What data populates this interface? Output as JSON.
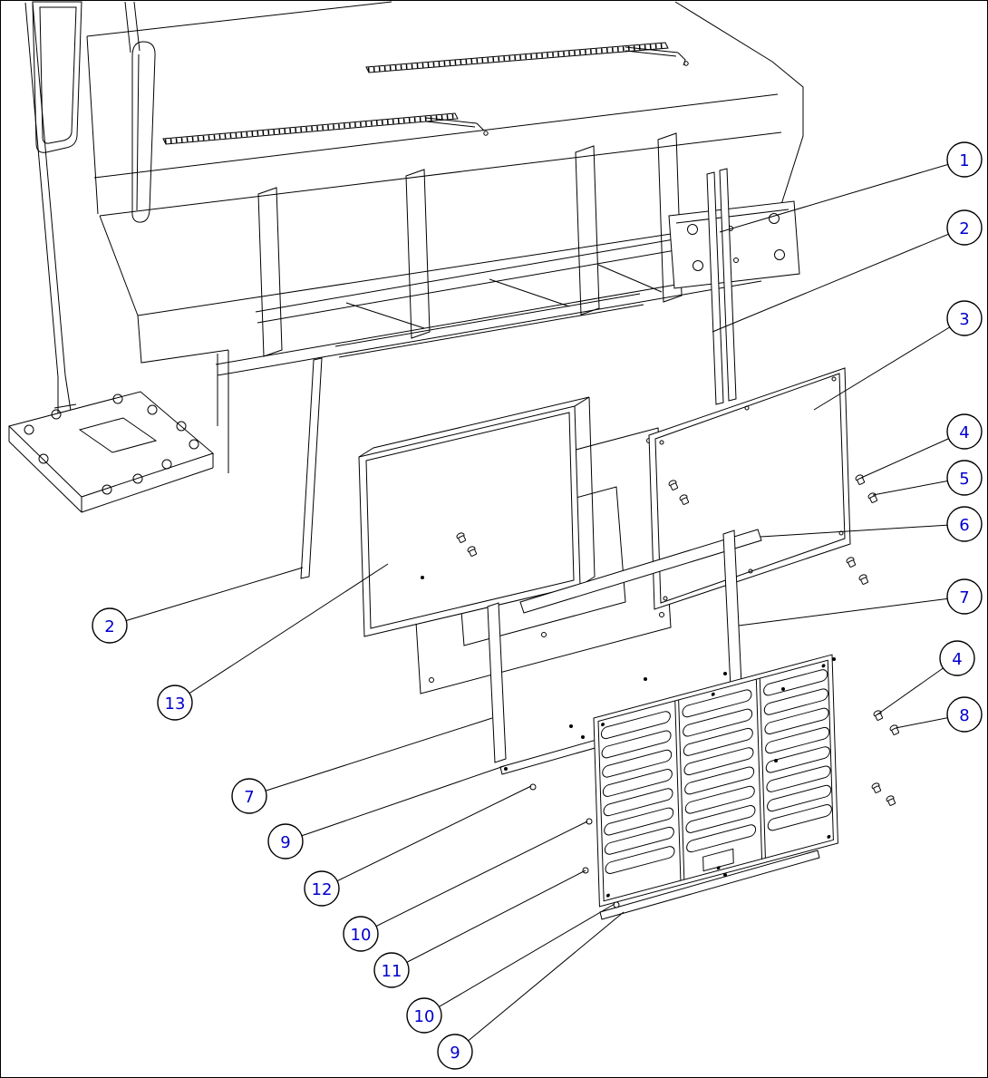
{
  "diagram": {
    "type": "exploded-parts-diagram",
    "background_color": "#ffffff",
    "line_color": "#000000",
    "callout_text_color": "#0000cc"
  },
  "callouts": [
    {
      "label": "1"
    },
    {
      "label": "2"
    },
    {
      "label": "3"
    },
    {
      "label": "4"
    },
    {
      "label": "5"
    },
    {
      "label": "6"
    },
    {
      "label": "7"
    },
    {
      "label": "4"
    },
    {
      "label": "8"
    },
    {
      "label": "2"
    },
    {
      "label": "13"
    },
    {
      "label": "7"
    },
    {
      "label": "9"
    },
    {
      "label": "12"
    },
    {
      "label": "10"
    },
    {
      "label": "11"
    },
    {
      "label": "10"
    },
    {
      "label": "9"
    }
  ]
}
